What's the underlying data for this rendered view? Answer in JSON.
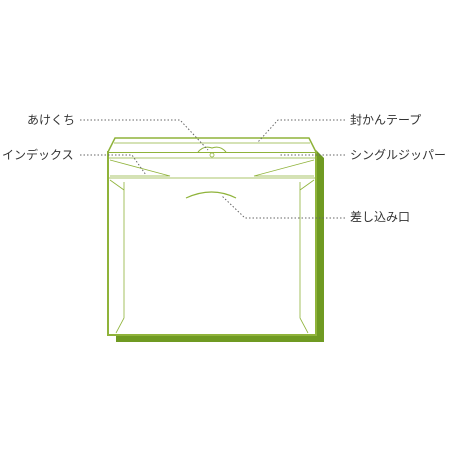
{
  "colors": {
    "outline": "#8fb33a",
    "shadow": "#6f9a22",
    "leader": "#555555",
    "text": "#333333"
  },
  "callouts": {
    "akekuchi": "あけくち",
    "index": "インデックス",
    "fukan_tape": "封かんテープ",
    "single_zipper": "シングルジッパー",
    "sashikomi": "差し込み口"
  }
}
